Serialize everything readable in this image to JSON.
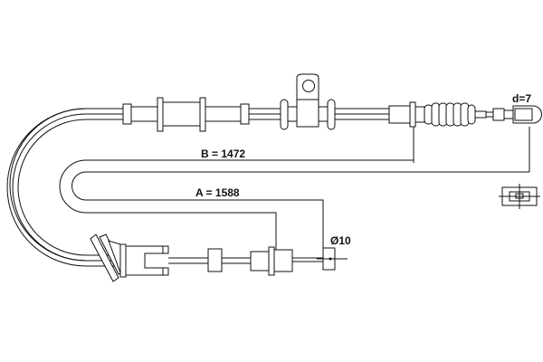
{
  "dimensions": {
    "b_label": "B = 1472",
    "a_label": "A = 1588",
    "d_label": "d=7",
    "dia_label": "Ø10"
  },
  "colors": {
    "line": "#111111",
    "background": "#ffffff"
  }
}
